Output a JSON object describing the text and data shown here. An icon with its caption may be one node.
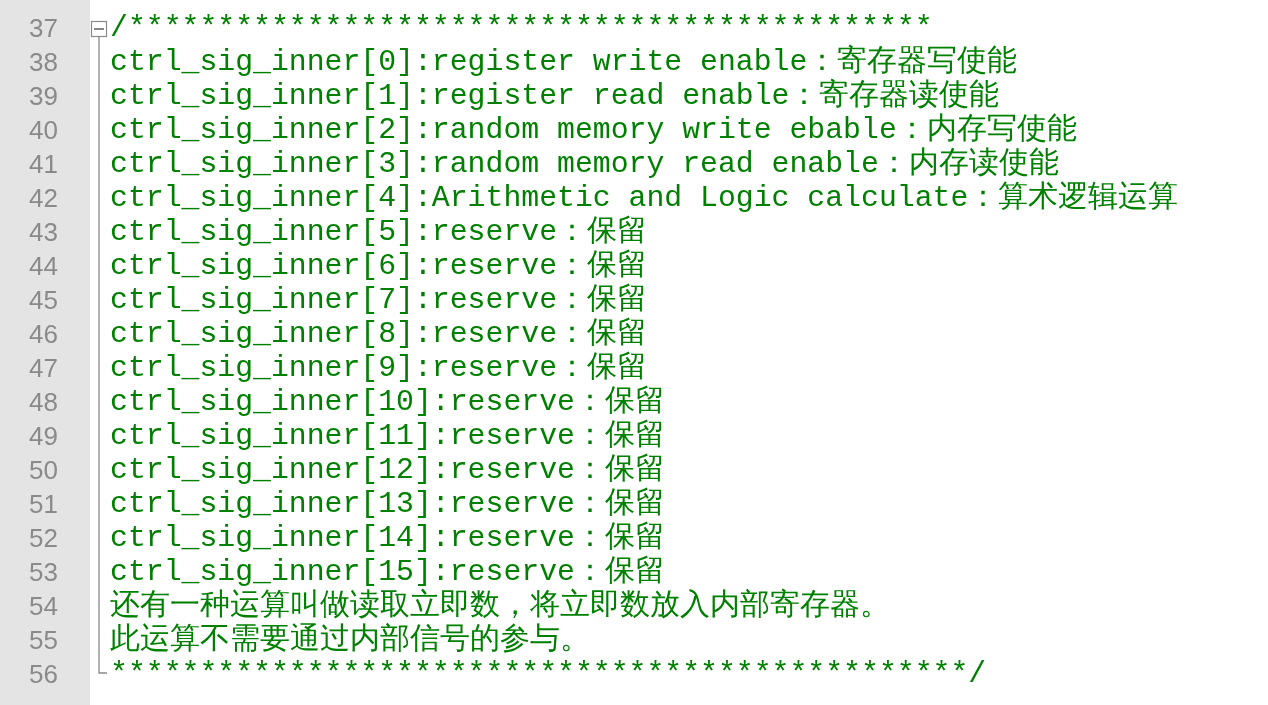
{
  "diagram": {
    "labels": [
      "37",
      "/*********************************************",
      "38",
      "ctrl_sig_inner[0]:register write enable：寄存器写使能",
      "39",
      "ctrl_sig_inner[1]:register read enable：寄存器读使能",
      "40",
      "ctrl_sig_inner[2]:random memory write ebable：内存写使能",
      "41",
      "ctrl_sig_inner[3]:random memory read enable：内存读使能",
      "42",
      "ctrl_sig_inner[4]:Arithmetic and Logic calculate：算术逻辑运算",
      "43",
      "ctrl_sig_inner[5]:reserve：保留",
      "44",
      "ctrl_sig_inner[6]:reserve：保留",
      "45",
      "ctrl_sig_inner[7]:reserve：保留",
      "46",
      "ctrl_sig_inner[8]:reserve：保留",
      "47",
      "ctrl_sig_inner[9]:reserve：保留",
      "48",
      "ctrl_sig_inner[10]:reserve：保留",
      "49",
      "ctrl_sig_inner[11]:reserve：保留",
      "50",
      "ctrl_sig_inner[12]:reserve：保留",
      "51",
      "ctrl_sig_inner[13]:reserve：保留",
      "52",
      "ctrl_sig_inner[14]:reserve：保留",
      "53",
      "ctrl_sig_inner[15]:reserve：保留",
      "54",
      "还有一种运算叫做读取立即数，将立即数放入内部寄存器。",
      "55",
      "此运算不需要通过内部信号的参与。",
      "56",
      "************************************************/"
    ]
  }
}
